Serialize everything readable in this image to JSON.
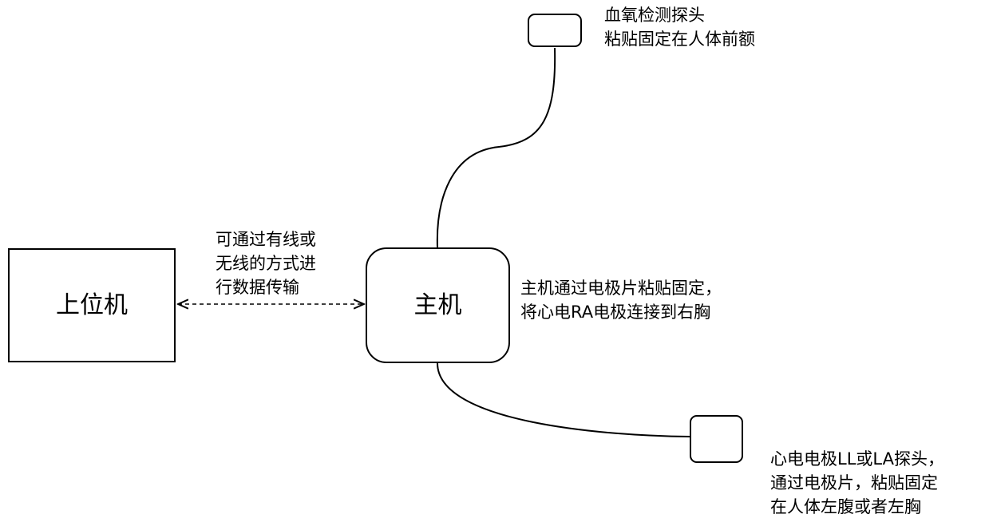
{
  "host_pc": {
    "label": "上位机"
  },
  "main_unit": {
    "label": "主机"
  },
  "link": {
    "type": "dashed-bidirectional",
    "note_lines": [
      "可通过有线或",
      "无线的方式进",
      "行数据传输"
    ]
  },
  "spo2_probe": {
    "note_lines": [
      "血氧检测探头",
      "粘贴固定在人体前额"
    ]
  },
  "main_unit_note": {
    "lines": [
      "主机通过电极片粘贴固定，",
      "将心电RA电极连接到右胸"
    ]
  },
  "ecg_probe": {
    "note_lines": [
      "心电电极LL或LA探头，",
      "通过电极片，粘贴固定",
      "在人体左腹或者左胸"
    ]
  },
  "colors": {
    "line": "#000000",
    "background": "#ffffff"
  }
}
